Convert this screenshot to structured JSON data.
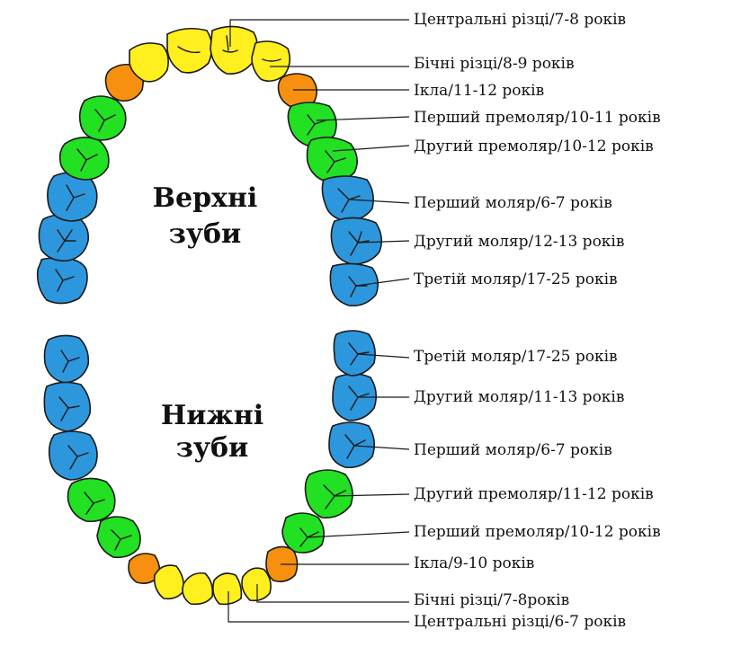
{
  "colors": {
    "incisor": "#ffef1f",
    "canine": "#f7900f",
    "premolar": "#22e022",
    "molar": "#2d97dd"
  },
  "upper": {
    "title_line1": "Верхні",
    "title_line2": "зуби",
    "labels": {
      "central_incisors": "Центральні різці/7-8 років",
      "lateral_incisors": "Бічні різці/8-9 років",
      "canine": "Ікла/11-12 років",
      "first_premolar": "Перший премоляр/10-11 років",
      "second_premolar": "Другий премоляр/10-12 років",
      "first_molar": "Перший моляр/6-7 років",
      "second_molar": "Другий моляр/12-13 років",
      "third_molar": "Третій моляр/17-25 років"
    }
  },
  "lower": {
    "title_line1": "Нижні",
    "title_line2": "зуби",
    "labels": {
      "third_molar": "Третій моляр/17-25 років",
      "second_molar": "Другий моляр/11-13 років",
      "first_molar": "Перший моляр/6-7 років",
      "second_premolar": "Другий премоляр/11-12 років",
      "first_premolar": "Перший премоляр/10-12 років",
      "canine": "Ікла/9-10 років",
      "lateral_incisors": "Бічні різці/7-8років",
      "central_incisors": "Центральні різці/6-7 років"
    }
  }
}
